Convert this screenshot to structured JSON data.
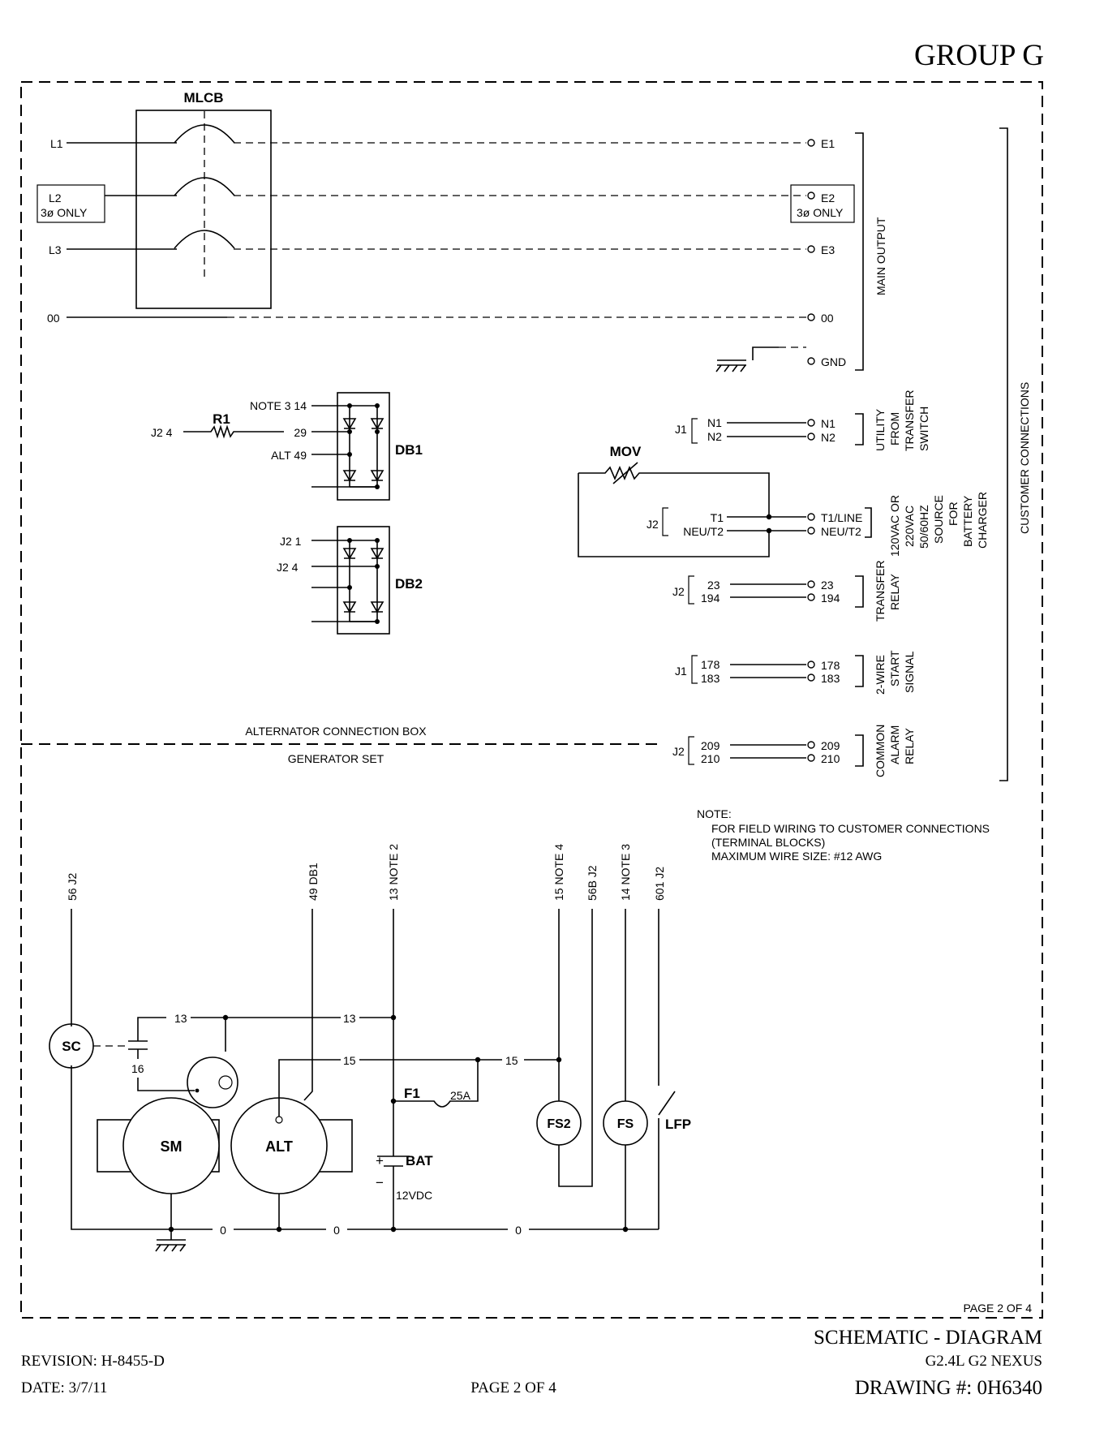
{
  "header": {
    "group": "GROUP G"
  },
  "breaker": {
    "label": "MLCB"
  },
  "left_lines": {
    "l1": "L1",
    "l2": "L2",
    "l2_note": "3ø ONLY",
    "l3": "L3",
    "l00": "00"
  },
  "right_terms": {
    "e1": "E1",
    "e2": "E2",
    "e2_note": "3ø ONLY",
    "e3": "E3",
    "t00": "00",
    "gnd": "GND"
  },
  "groups": {
    "main_output": "MAIN OUTPUT",
    "customer": "CUSTOMER CONNECTIONS",
    "utility": [
      "UTILITY",
      "FROM",
      "TRANSFER",
      "SWITCH"
    ],
    "charger": [
      "120VAC OR",
      "220VAC",
      "50/60HZ",
      "SOURCE",
      "FOR",
      "BATTERY",
      "CHARGER"
    ],
    "transfer": [
      "TRANSFER",
      "RELAY"
    ],
    "start": [
      "2-WIRE",
      "START",
      "SIGNAL"
    ],
    "alarm": [
      "COMMON",
      "ALARM",
      "RELAY"
    ]
  },
  "db1": {
    "label": "DB1",
    "note": "NOTE 3 14",
    "w29": "29",
    "alt": "ALT 49",
    "r1": "R1",
    "j2": "J2 4"
  },
  "db2": {
    "label": "DB2",
    "j2_1": "J2 1",
    "j2_4": "J2 4"
  },
  "mov": {
    "label": "MOV"
  },
  "connectors": {
    "j1": "J1",
    "j2": "J2",
    "n1": "N1",
    "n2": "N2",
    "t1": "T1",
    "neu_t2": "NEU/T2",
    "t1_line": "T1/LINE",
    "w23": "23",
    "w194": "194",
    "w178": "178",
    "w183": "183",
    "w209": "209",
    "w210": "210"
  },
  "divider": {
    "top": "ALTERNATOR CONNECTION BOX",
    "bottom": "GENERATOR SET"
  },
  "note": {
    "title": "NOTE:",
    "lines": [
      "FOR FIELD WIRING TO CUSTOMER CONNECTIONS",
      "(TERMINAL BLOCKS)",
      "MAXIMUM WIRE SIZE:  #12 AWG"
    ]
  },
  "engine": {
    "w56": "56 J2",
    "w49": "49 DB1",
    "w13n": "13 NOTE 2",
    "w15n": "15 NOTE 4",
    "w56b": "56B J2",
    "w14n": "14 NOTE 3",
    "w601": "601 J2",
    "n13": "13",
    "n15": "15",
    "n16": "16",
    "n0": "0",
    "sc": "SC",
    "sm": "SM",
    "alt": "ALT",
    "f1": "F1",
    "f1_rating": "25A",
    "bat": "BAT",
    "bat_v": "12VDC",
    "plus": "+",
    "minus": "−",
    "fs2": "FS2",
    "fs": "FS",
    "lfp": "LFP"
  },
  "frame": {
    "page_inner": "PAGE 2 OF 4"
  },
  "footer": {
    "title": "SCHEMATIC - DIAGRAM",
    "model": "G2.4L G2 NEXUS",
    "drawing": "DRAWING #: 0H6340",
    "revision": "REVISION: H-8455-D",
    "date": "DATE: 3/7/11",
    "page": "PAGE 2 OF 4"
  }
}
